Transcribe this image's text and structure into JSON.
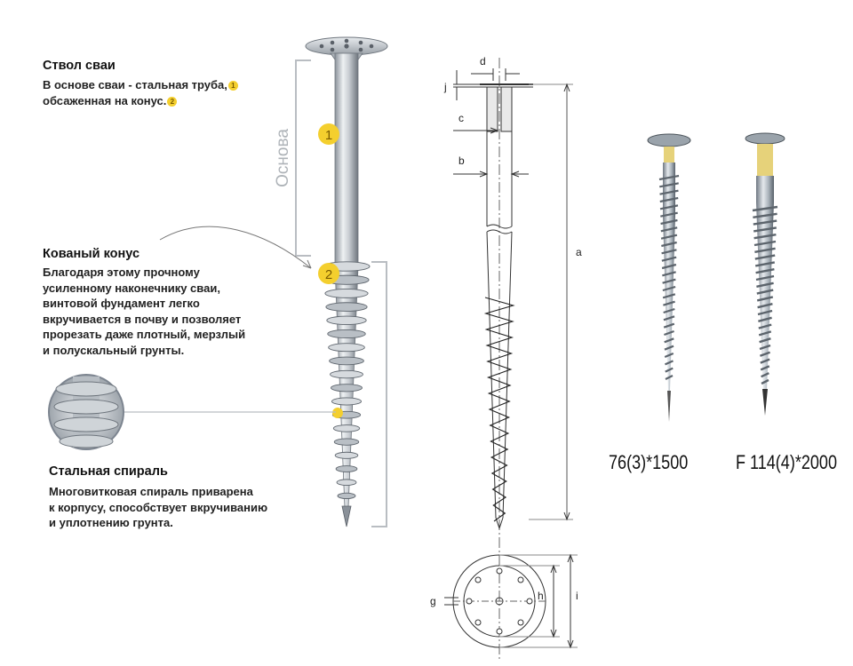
{
  "sections": {
    "shaft": {
      "title": "Ствол сваи",
      "body_line1": "В основе сваи - стальная труба,",
      "body_line1_badge": "1",
      "body_line2": "обсаженная на конус.",
      "body_line2_badge": "2"
    },
    "cone": {
      "title": "Кованый конус",
      "body": [
        "Благодаря этому прочному",
        "усиленному наконечнику сваи,",
        "винтовой фундамент легко",
        "вкручивается в почву и позволяет",
        "прорезать даже плотный, мерзлый",
        "и полускальный грунты."
      ]
    },
    "spiral": {
      "title": "Стальная спираль",
      "body": [
        "Многовитковая спираль приварена",
        "к корпусу, способствует вкручиванию",
        "и уплотнению грунта."
      ]
    }
  },
  "base_label": "Основа",
  "markers": {
    "m1": "1",
    "m2": "2"
  },
  "dimensions": {
    "a": "a",
    "b": "b",
    "c": "c",
    "d": "d",
    "j": "j",
    "g": "g",
    "h": "h",
    "i": "i"
  },
  "captions": {
    "pile_left": "76(3)*1500",
    "pile_right": "F 114(4)*2000"
  },
  "colors": {
    "accent_yellow": "#f4cf2e",
    "steel_light": "#e6e9ec",
    "steel_dark": "#7d8590",
    "bracket_gray": "#b9bdc2"
  }
}
